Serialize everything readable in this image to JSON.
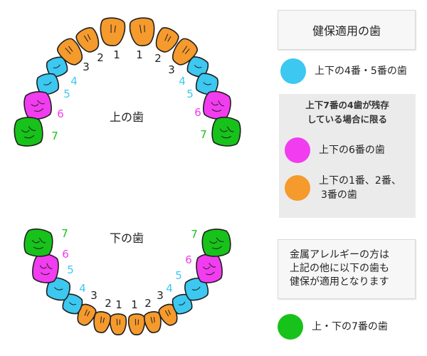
{
  "upper_jaw": {
    "label": "上の歯",
    "numbers_left": [
      "1",
      "2",
      "3",
      "4",
      "5",
      "6",
      "7"
    ],
    "numbers_right": [
      "1",
      "2",
      "3",
      "4",
      "5",
      "6",
      "7"
    ]
  },
  "lower_jaw": {
    "label": "下の歯",
    "numbers_left": [
      "1",
      "2",
      "3",
      "4",
      "5",
      "6",
      "7"
    ],
    "numbers_right": [
      "1",
      "2",
      "3",
      "4",
      "5",
      "6",
      "7"
    ]
  },
  "colors": {
    "orange": "#f59a2c",
    "blue": "#3cc8f0",
    "magenta": "#f23cf0",
    "green": "#17c21a",
    "outline": "#1f1f1f",
    "text": "#222222"
  },
  "tooth_color_by_number": {
    "1": "orange",
    "2": "orange",
    "3": "orange",
    "4": "blue",
    "5": "blue",
    "6": "magenta",
    "7": "green"
  },
  "legend": {
    "insurance_title": "健保適用の歯",
    "item_4_5": "上下の4番・5番の歯",
    "condition": [
      "上下7番の4歯が残存",
      "している場合に限る"
    ],
    "item_6": "上下の6番の歯",
    "item_1_2_3": [
      "上下の1番、2番、",
      "3番の歯"
    ],
    "allergy": [
      "金属アレルギーの方は",
      "上記の他に以下の歯も",
      "健保が適用となります"
    ],
    "item_7": "上・下の7番の歯"
  }
}
